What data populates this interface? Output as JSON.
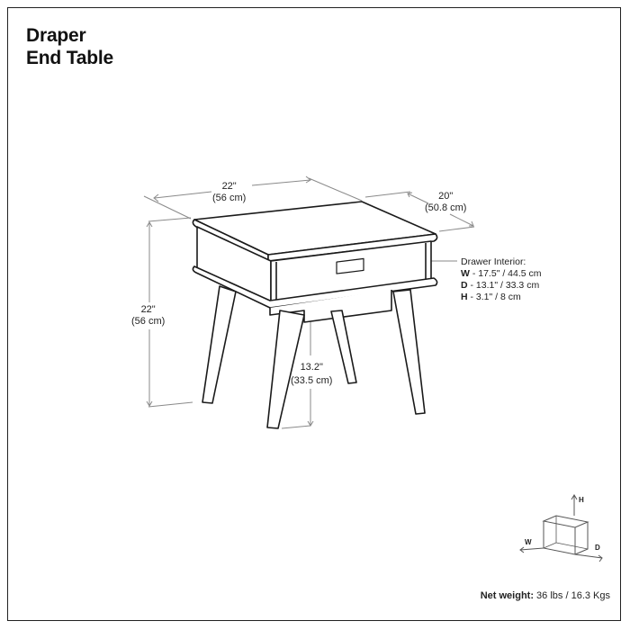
{
  "title": {
    "line1": "Draper",
    "line2": "End Table"
  },
  "dimensions": {
    "width": {
      "imperial": "22\"",
      "metric": "(56 cm)"
    },
    "depth": {
      "imperial": "20\"",
      "metric": "(50.8 cm)"
    },
    "height": {
      "imperial": "22\"",
      "metric": "(56 cm)"
    },
    "clearance": {
      "imperial": "13.2\"",
      "metric": "(33.5 cm)"
    }
  },
  "drawer_interior": {
    "heading": "Drawer Interior:",
    "rows": [
      {
        "key": "W",
        "value": " - 17.5\" / 44.5 cm"
      },
      {
        "key": "D",
        "value": " - 13.1\" / 33.3 cm"
      },
      {
        "key": "H",
        "value": " - 3.1\" / 8 cm"
      }
    ]
  },
  "axis_legend": {
    "h": "H",
    "w": "W",
    "d": "D"
  },
  "net_weight": {
    "label": "Net weight:",
    "value": " 36 lbs / 16.3 Kgs"
  },
  "colors": {
    "line": "#1a1a1a",
    "dimension_line": "#8a8a8a",
    "background": "#ffffff"
  }
}
